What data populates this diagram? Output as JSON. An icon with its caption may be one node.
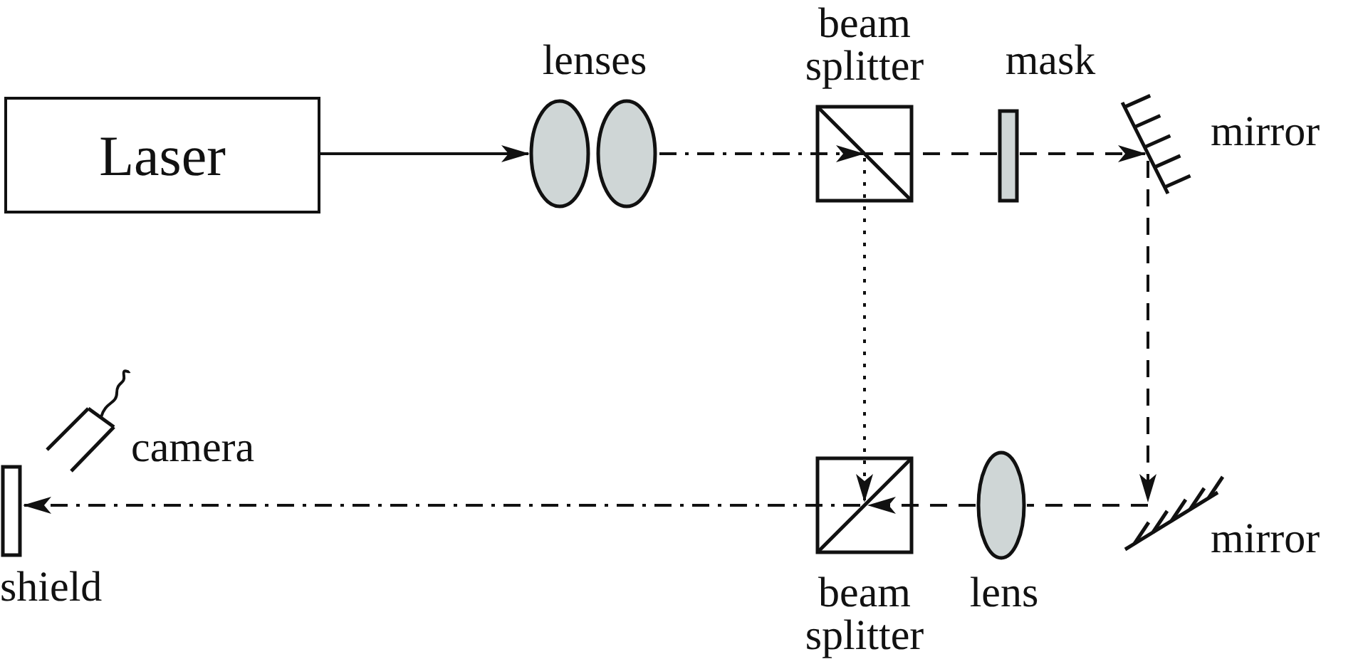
{
  "diagram": {
    "nodes": [
      {
        "text": [
          "Laser"
        ]
      },
      {
        "text": [
          "lenses"
        ]
      },
      {
        "text": [
          "beam splitter"
        ]
      },
      {
        "text": [
          "mask"
        ]
      },
      {
        "text": [
          "mirror"
        ]
      },
      {
        "text": [
          "mirror"
        ]
      },
      {
        "text": [
          "lens"
        ]
      },
      {
        "text": [
          "beam splitter"
        ]
      },
      {
        "text": [
          "shield"
        ]
      },
      {
        "text": [
          "camera"
        ]
      }
    ],
    "edges": [
      {
        "from": 0,
        "to": 1,
        "arrow": "to"
      },
      {
        "from": 1,
        "to": 2,
        "arrow": "to",
        "style": "dashed"
      },
      {
        "from": 2,
        "to": 3,
        "arrow": "none",
        "style": "dashed"
      },
      {
        "from": 3,
        "to": 4,
        "arrow": "to",
        "style": "dashed"
      },
      {
        "from": 4,
        "to": 5,
        "arrow": "to",
        "style": "dashed"
      },
      {
        "from": 5,
        "to": 6,
        "arrow": "none",
        "style": "dashed"
      },
      {
        "from": 6,
        "to": 7,
        "arrow": "to",
        "style": "dashed"
      },
      {
        "from": 2,
        "to": 7,
        "arrow": "to",
        "style": "dashed"
      },
      {
        "from": 7,
        "to": 8,
        "arrow": "to",
        "style": "dashed"
      }
    ]
  }
}
